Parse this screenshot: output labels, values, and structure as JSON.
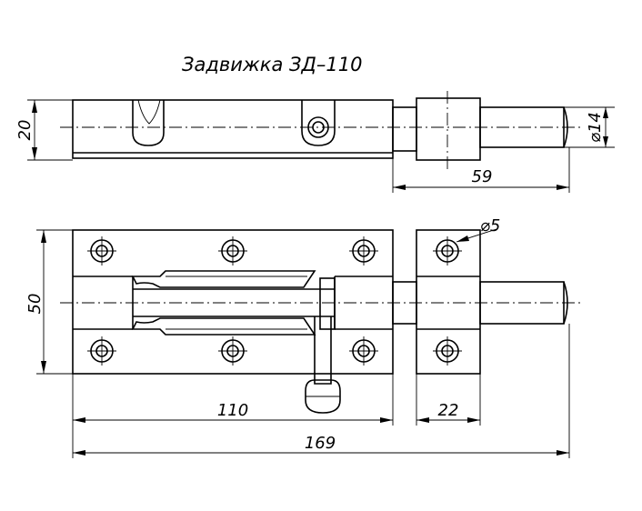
{
  "drawing": {
    "title": "Задвижка ЗД–110",
    "dimensions": {
      "height_top": "20",
      "rod_diameter": "⌀14",
      "rod_length": "59",
      "hole_diameter": "⌀5",
      "width_front": "50",
      "plate_length": "110",
      "keeper_length": "22",
      "overall_length": "169"
    }
  }
}
